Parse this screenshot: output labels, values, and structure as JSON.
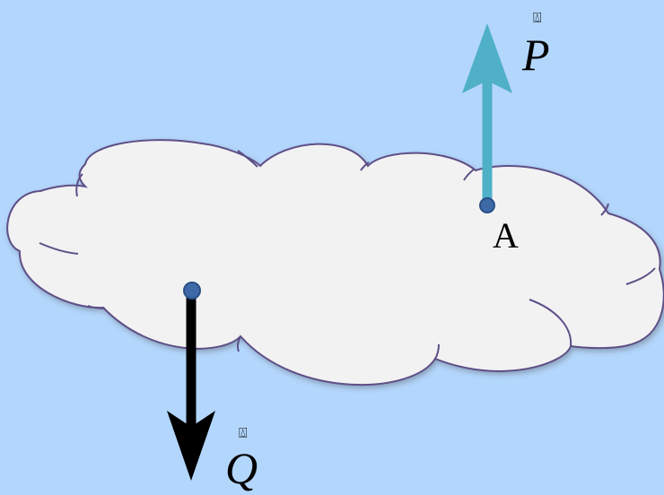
{
  "diagram": {
    "vectors": {
      "P": {
        "label": "P",
        "mark": "⍍",
        "direction": "up",
        "color": "#4fb0c8"
      },
      "Q": {
        "label": "Q",
        "mark": "⍍",
        "direction": "down",
        "color": "#000000"
      }
    },
    "points": {
      "A": {
        "label": "A"
      }
    },
    "colors": {
      "background": "#b3d6fc",
      "cloud_fill": "#f2f2f3",
      "cloud_stroke": "#5e4f86",
      "point_fill": "#3d6aa6"
    }
  }
}
